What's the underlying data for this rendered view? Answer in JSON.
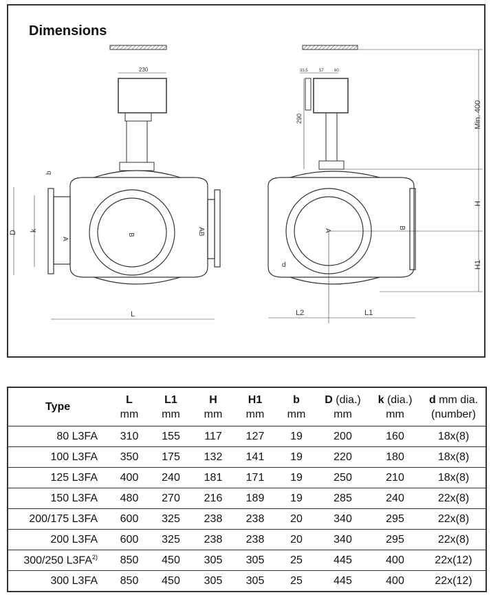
{
  "title": "Dimensions",
  "drawing": {
    "dim_230": "230",
    "dim_33_5": "33,5",
    "dim_57": "57",
    "dim_60": "60",
    "dim_290": "290",
    "dim_min400": "Min. 400",
    "H": "H",
    "H1": "H1",
    "L": "L",
    "L1": "L1",
    "L2": "L2",
    "D": "D",
    "k": "k",
    "b": "b",
    "d": "d",
    "A": "A",
    "B": "B",
    "AB": "AB"
  },
  "table": {
    "headers": [
      {
        "main": "Type",
        "unit": ""
      },
      {
        "main": "L",
        "unit": "mm"
      },
      {
        "main": "L1",
        "unit": "mm"
      },
      {
        "main": "H",
        "unit": "mm"
      },
      {
        "main": "H1",
        "unit": "mm"
      },
      {
        "main": "b",
        "unit": "mm"
      },
      {
        "main": "D",
        "suffix": " (dia.)",
        "unit": "mm"
      },
      {
        "main": "k",
        "suffix": " (dia.)",
        "unit": "mm"
      },
      {
        "main": "d",
        "suffix": " mm dia.",
        "unit": "(number)"
      }
    ],
    "rows": [
      {
        "type": "80 L3FA",
        "sup": "",
        "v": [
          "310",
          "155",
          "117",
          "127",
          "19",
          "200",
          "160",
          "18x(8)"
        ]
      },
      {
        "type": "100 L3FA",
        "sup": "",
        "v": [
          "350",
          "175",
          "132",
          "141",
          "19",
          "220",
          "180",
          "18x(8)"
        ]
      },
      {
        "type": "125 L3FA",
        "sup": "",
        "v": [
          "400",
          "240",
          "181",
          "171",
          "19",
          "250",
          "210",
          "18x(8)"
        ]
      },
      {
        "type": "150 L3FA",
        "sup": "",
        "v": [
          "480",
          "270",
          "216",
          "189",
          "19",
          "285",
          "240",
          "22x(8)"
        ]
      },
      {
        "type": "200/175 L3FA",
        "sup": "",
        "v": [
          "600",
          "325",
          "238",
          "238",
          "20",
          "340",
          "295",
          "22x(8)"
        ]
      },
      {
        "type": "200 L3FA",
        "sup": "",
        "v": [
          "600",
          "325",
          "238",
          "238",
          "20",
          "340",
          "295",
          "22x(8)"
        ]
      },
      {
        "type": "300/250 L3FA",
        "sup": "2)",
        "v": [
          "850",
          "450",
          "305",
          "305",
          "25",
          "445",
          "400",
          "22x(12)"
        ]
      },
      {
        "type": "300 L3FA",
        "sup": "",
        "v": [
          "850",
          "450",
          "305",
          "305",
          "25",
          "445",
          "400",
          "22x(12)"
        ]
      }
    ]
  }
}
